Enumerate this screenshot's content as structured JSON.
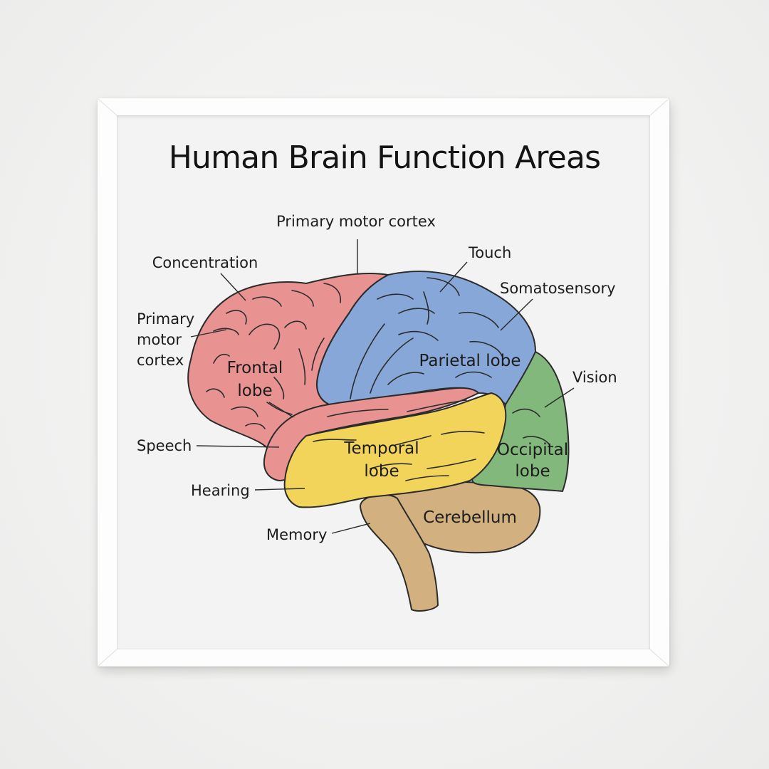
{
  "title": "Human Brain Function Areas",
  "lobes": {
    "frontal": {
      "line1": "Frontal",
      "line2": "lobe",
      "color": "#e89292"
    },
    "parietal": {
      "label": "Parietal lobe",
      "color": "#86a7d8"
    },
    "temporal": {
      "line1": "Temporal",
      "line2": "lobe",
      "color": "#f2d45a"
    },
    "occipital": {
      "line1": "Occipital",
      "line2": "lobe",
      "color": "#83b87d"
    },
    "cerebellum": {
      "label": "Cerebellum",
      "color": "#d2b07f"
    },
    "brainstem": {
      "color": "#d2b07f"
    }
  },
  "functions": {
    "primary_motor_top": "Primary motor cortex",
    "concentration": "Concentration",
    "primary_motor_left": {
      "line1": "Primary",
      "line2": "motor",
      "line3": "cortex"
    },
    "speech": "Speech",
    "hearing": "Hearing",
    "memory": "Memory",
    "touch": "Touch",
    "somatosensory": "Somatosensory",
    "vision": "Vision"
  }
}
